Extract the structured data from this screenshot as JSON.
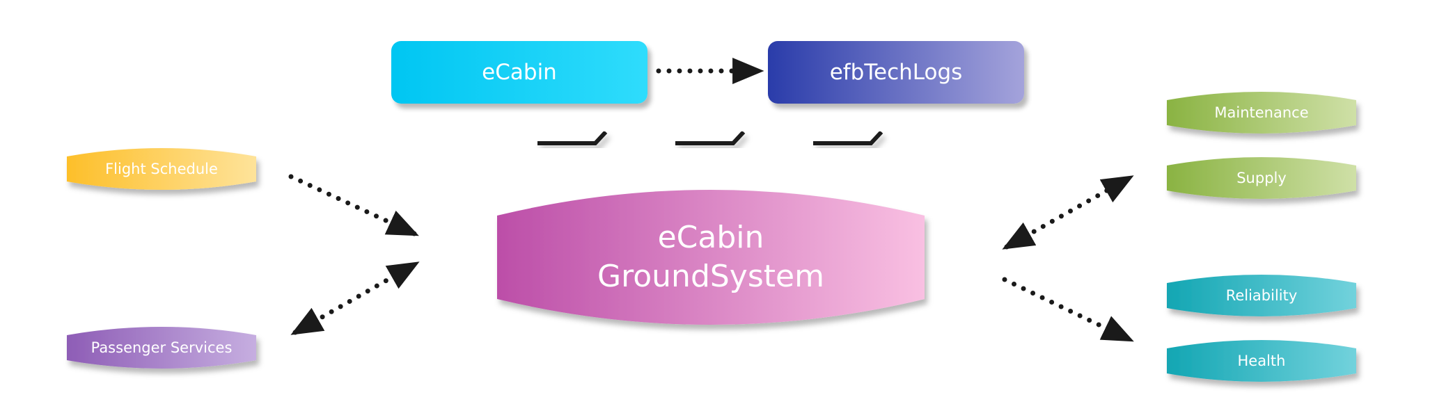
{
  "top_nodes": {
    "ecabin": "eCabin",
    "efbtechlogs": "efbTechLogs"
  },
  "center_node": {
    "line1": "eCabin",
    "line2": "GroundSystem"
  },
  "left_nodes": {
    "flight_schedule": "Flight Schedule",
    "passenger_services": "Passenger Services"
  },
  "right_nodes": {
    "maintenance": "Maintenance",
    "supply": "Supply",
    "reliability": "Reliability",
    "health": "Health"
  },
  "colors": {
    "ecabin": [
      "#00c6f2",
      "#2fdcfc"
    ],
    "efbtechlogs": [
      "#2a3caa",
      "#a4a3db"
    ],
    "ground_system": [
      "#bc4ea8",
      "#f9c0e2"
    ],
    "flight_schedule": [
      "#fdbf2a",
      "#fee39a"
    ],
    "passenger_services": [
      "#8e5db6",
      "#c6aee0"
    ],
    "maintenance": [
      "#8ab342",
      "#cfe0a7"
    ],
    "supply": [
      "#8ab342",
      "#cfe0a7"
    ],
    "reliability": [
      "#13a6b3",
      "#72d2dc"
    ],
    "health": [
      "#13a6b3",
      "#72d2dc"
    ],
    "connector": "#1a1a1a"
  }
}
